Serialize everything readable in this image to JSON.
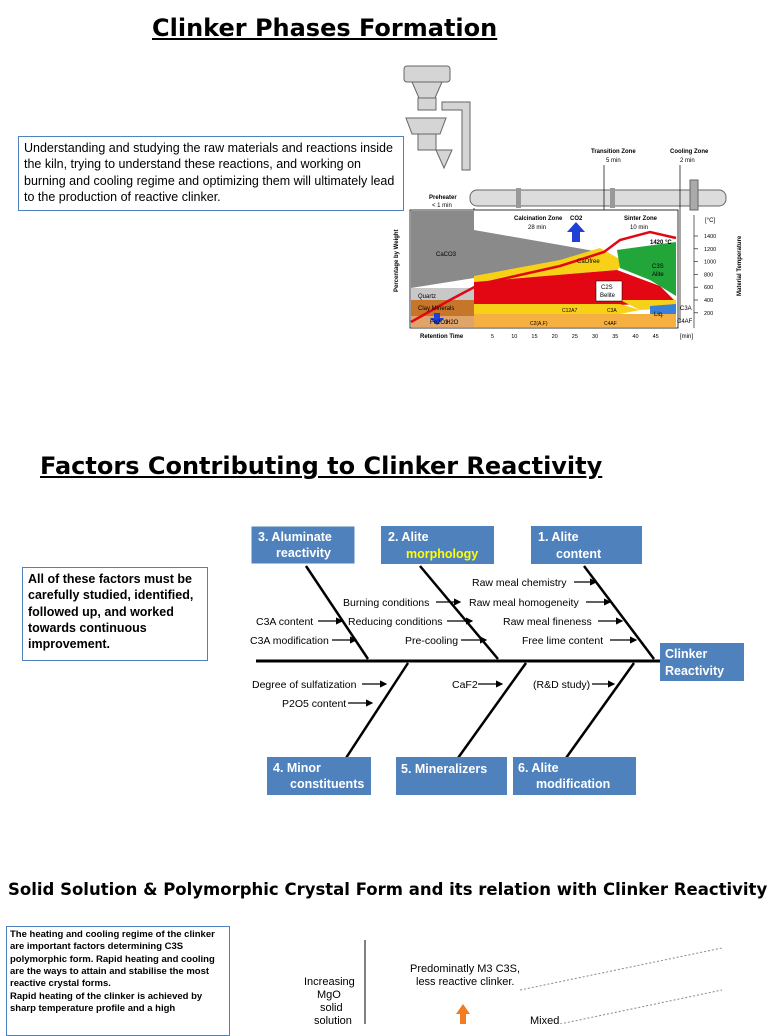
{
  "section1": {
    "title": "Clinker Phases Formation",
    "description": "Understanding and studying the raw materials and reactions inside the kiln, trying to understand these reactions, and working on burning and cooling regime and optimizing them will ultimately lead to the production of reactive clinker.",
    "diagram": {
      "preheater": "Preheater",
      "preheater_time": "< 1 min",
      "calcination_zone": "Calcination Zone",
      "calcination_time": "28 min",
      "transition_zone": "Transition Zone",
      "transition_time": "5 min",
      "sinter_zone": "Sinter Zone",
      "sinter_time": "10 min",
      "cooling_zone": "Cooling Zone",
      "cooling_time": "2 min",
      "co2": "CO2",
      "h2o": "H2O",
      "temp_peak": "1420 °C",
      "y_left": "Percentage by Weight",
      "y_right": "Material Temperature",
      "temp_unit": "[°C]",
      "temp_ticks": [
        "1400",
        "1200",
        "1000",
        "800",
        "600",
        "400",
        "200"
      ],
      "x_label": "Retention Time",
      "x_ticks": [
        "5",
        "10",
        "15",
        "20",
        "25",
        "30",
        "35",
        "40",
        "45"
      ],
      "x_unit": "[min]",
      "caco3": "CaCO3",
      "quartz": "Quartz",
      "clay": "Clay Minerals",
      "fe2o3": "Fe2O3",
      "cao_free": "CaOfree",
      "c2s": "C2S",
      "belite": "Belite",
      "c3s": "C3S",
      "alite": "Alite",
      "c3a": "C3A",
      "c4af": "C4AF",
      "c12a7": "C12A7",
      "c2af": "C2(A,F)",
      "liq": "Liq."
    }
  },
  "section2": {
    "title": "Factors Contributing to Clinker Reactivity",
    "description": "All of these factors must be carefully studied, identified, followed up, and worked towards continuous improvement.",
    "head": [
      "Clinker",
      "Reactivity"
    ],
    "box1": [
      "1.  Alite",
      "content"
    ],
    "box2_a": "2.  Alite",
    "box2_b": "morphology",
    "box3": [
      "3.  Aluminate",
      "reactivity"
    ],
    "box4": [
      "4.  Minor",
      "constituents"
    ],
    "box5": "5.  Mineralizers",
    "box6": [
      "6.  Alite",
      "modification"
    ],
    "causes": {
      "raw_chem": "Raw meal chemistry",
      "raw_homo": "Raw meal homogeneity",
      "raw_fine": "Raw meal fineness",
      "free_lime": "Free lime content",
      "burning": "Burning conditions",
      "reducing": "Reducing conditions",
      "precooling": "Pre-cooling",
      "c3a_content": "C3A content",
      "c3a_mod": "C3A modification",
      "sulfatization": "Degree of sulfatization",
      "p2o5": "P2O5 content",
      "caf2": "CaF2",
      "rd": "(R&D study)"
    }
  },
  "section3": {
    "title": "Solid Solution & Polymorphic Crystal Form and its relation with Clinker Reactivity",
    "description_lines": [
      "The heating and cooling regime of the clinker",
      "are important factors determining C3S",
      "polymorphic form. Rapid heating and cooling",
      "are the ways to attain and stabilise the most",
      "reactive crystal forms.",
      "Rapid heating of the clinker is achieved by",
      "sharp temperature profile and a high"
    ],
    "y_label": [
      "Increasing",
      "MgO",
      "solid",
      "solution"
    ],
    "annotation": [
      "Predominatly M3 C3S,",
      "less reactive clinker."
    ],
    "mixed": "Mixed"
  },
  "colors": {
    "accent_box": "#4f81bd",
    "text_border": "#4f81bd",
    "red": "#e30613",
    "yellow": "#f7d117",
    "green": "#22a63a",
    "blue_arrow": "#1f3fd6",
    "orange_arrow": "#f47c20"
  }
}
